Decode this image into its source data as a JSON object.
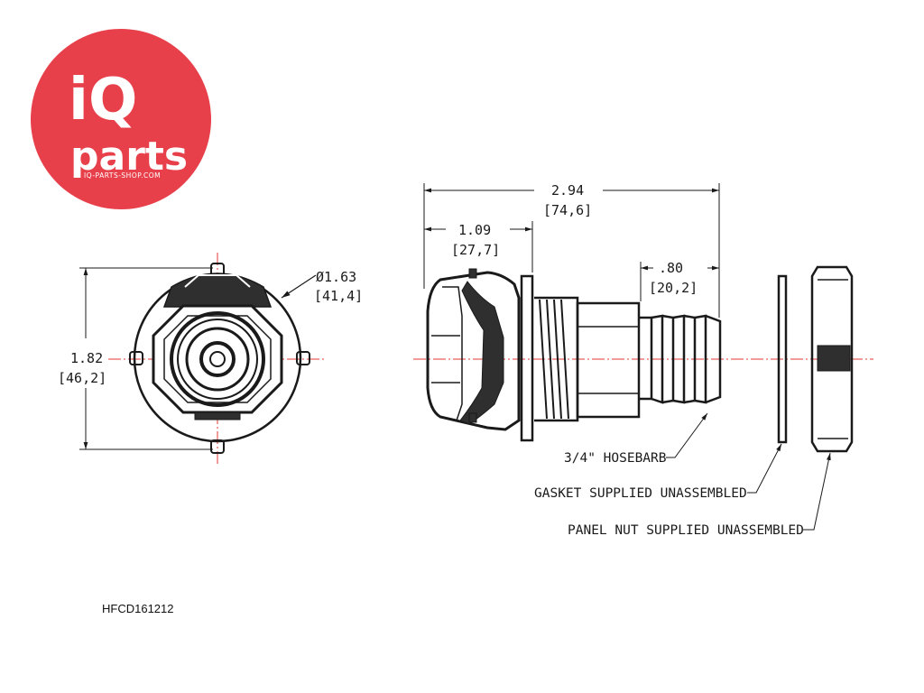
{
  "brand": {
    "logo_line1": "iQ",
    "logo_line2": "parts",
    "logo_url_text": "IQ-PARTS-SHOP.COM",
    "logo_color": "#e8404b"
  },
  "part_number": "HFCD161212",
  "end_view": {
    "diameter_label": "Ø1.63",
    "diameter_metric": "[41,4]",
    "height_label": "1.82",
    "height_metric": "[46,2]"
  },
  "side_view": {
    "overall_length": "2.94",
    "overall_length_metric": "[74,6]",
    "body_length": "1.09",
    "body_length_metric": "[27,7]",
    "barb_length": ".80",
    "barb_length_metric": "[20,2]"
  },
  "callouts": {
    "hosebarb": "3/4\" HOSEBARB",
    "gasket": "GASKET SUPPLIED UNASSEMBLED",
    "panel_nut": "PANEL NUT SUPPLIED UNASSEMBLED"
  },
  "colors": {
    "centerline": "#e53935",
    "line": "#1a1a1a",
    "shade": "#3a3a3a"
  }
}
